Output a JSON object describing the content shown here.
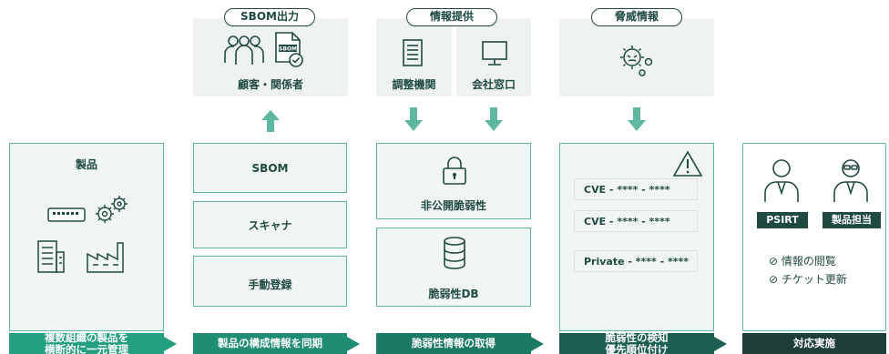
{
  "top": {
    "sbom_output": {
      "title": "SBOM出力",
      "caption": "顧客・関係者",
      "doc_badge": "SBOM"
    },
    "info_provision": {
      "title": "情報提供",
      "left_caption": "調整機関",
      "right_caption": "会社窓口"
    },
    "threat_info": {
      "title": "脅威情報"
    }
  },
  "product": {
    "title": "製品"
  },
  "sync": {
    "items": [
      "SBOM",
      "スキャナ",
      "手動登録"
    ]
  },
  "vuln": {
    "private_label": "非公開脆弱性",
    "db_label": "脆弱性DB"
  },
  "detect": {
    "rows": [
      "CVE - **** - ****",
      "CVE - **** - ****",
      "Private - **** - ****"
    ]
  },
  "respond": {
    "roles": [
      "PSIRT",
      "製品担当"
    ],
    "checks": [
      "情報の閲覧",
      "チケット更新"
    ]
  },
  "steps": [
    {
      "line1": "複数組織の製品を",
      "line2": "横断的に一元管理",
      "color": "#24a081"
    },
    {
      "line1": "製品の構成情報を同期",
      "line2": "",
      "color": "#1e8d73"
    },
    {
      "line1": "脆弱性情報の取得",
      "line2": "",
      "color": "#1b7a64"
    },
    {
      "line1": "脆弱性の検知",
      "line2": "優先順位付け",
      "color": "#1a5f51"
    },
    {
      "line1": "対応実施",
      "line2": "",
      "color": "#1e3f39"
    }
  ],
  "colors": {
    "dark": "#1f4a42",
    "accent": "#5fb7a1",
    "panel": "#eef2f1"
  }
}
